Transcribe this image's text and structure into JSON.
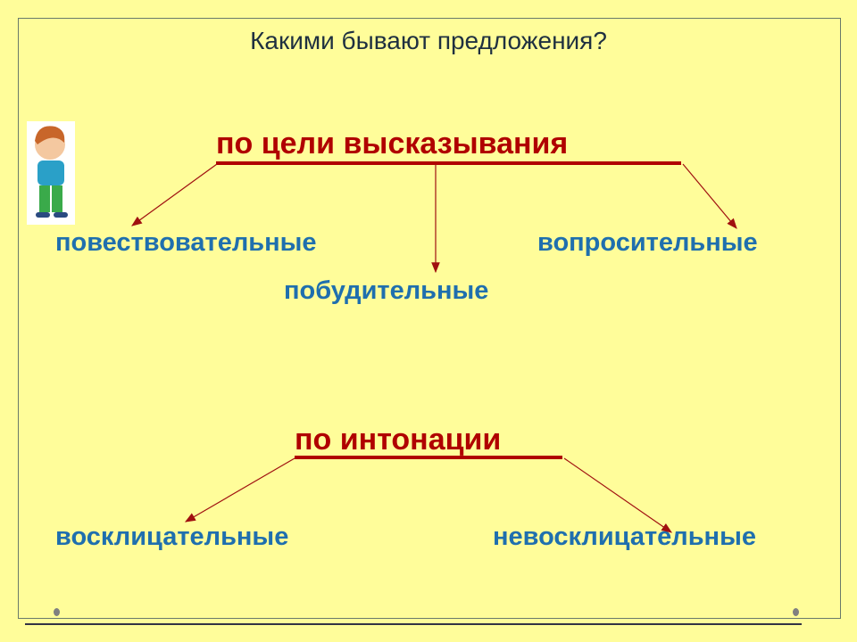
{
  "title": "Какими  бывают  предложения?",
  "groups": [
    {
      "heading": "по  цели  высказывания",
      "items": [
        "повествовательные",
        "побудительные",
        "вопросительные"
      ]
    },
    {
      "heading": "по  интонации",
      "items": [
        "восклицательные",
        "невосклицательные"
      ]
    }
  ],
  "colors": {
    "background": "#fffd9a",
    "heading": "#b00000",
    "item": "#1f6fae",
    "arrow": "#a01010"
  }
}
